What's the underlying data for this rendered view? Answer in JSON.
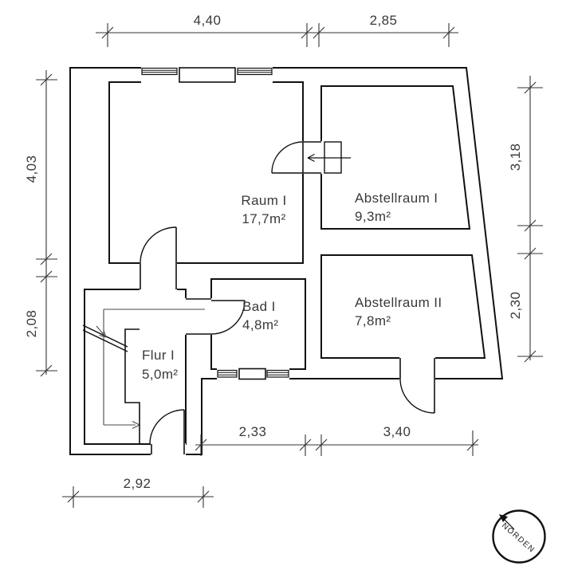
{
  "drawing": {
    "type": "floor-plan"
  },
  "rooms": [
    {
      "name": "Raum I",
      "area": "17,7m²"
    },
    {
      "name": "Abstellraum I",
      "area": "9,3m²"
    },
    {
      "name": "Abstellraum II",
      "area": "7,8m²"
    },
    {
      "name": "Bad I",
      "area": "4,8m²"
    },
    {
      "name": "Flur I",
      "area": "5,0m²"
    }
  ],
  "dims": {
    "top1": "4,40",
    "top2": "2,85",
    "left1": "4,03",
    "left2": "2,08",
    "right1": "3,18",
    "right2": "2,30",
    "bottom1": "2,33",
    "bottom2": "3,40",
    "bottom3": "2,92"
  },
  "compass": {
    "label": "NORDEN"
  },
  "colors": {
    "wall_line": "#111111",
    "dim_line": "#333333",
    "text": "#3a3a3a",
    "background": "#ffffff"
  }
}
